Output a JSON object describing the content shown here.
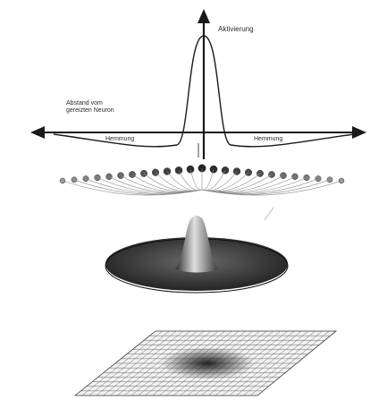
{
  "labels": {
    "activation": "Aktivierung",
    "distance": "Abstand vom gereizten Neuron",
    "inhibition_left": "Hemmung",
    "inhibition_right": "Hemmung"
  },
  "colors": {
    "ink": "#1a1a1a",
    "neuron_dark": "#222222",
    "neuron_light": "#9a9a9a",
    "surface_base": "#3a3a3a",
    "surface_peak": "#d8d8d8",
    "mesh_grey": "#555555"
  }
}
